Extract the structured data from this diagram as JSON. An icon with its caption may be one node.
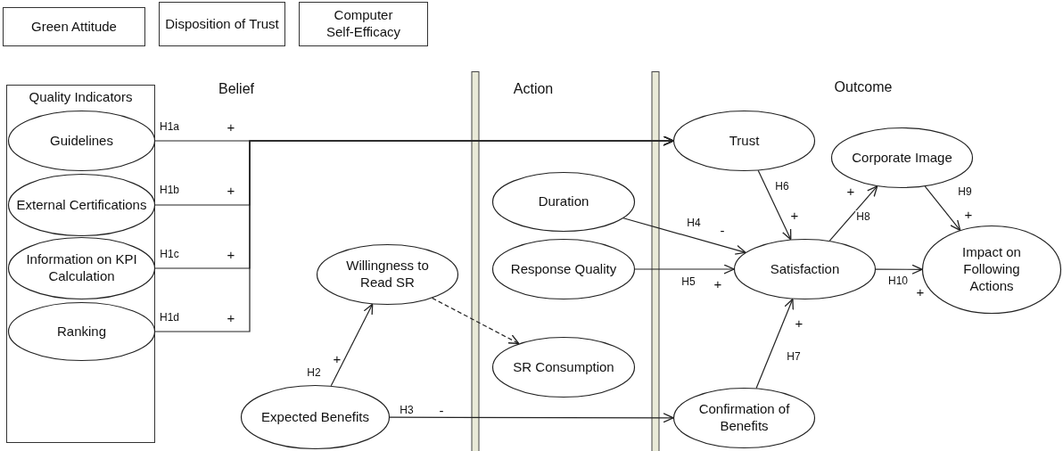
{
  "diagram": {
    "nodes": [
      {
        "text": [
          "Green Attitude"
        ]
      },
      {
        "text": [
          "Disposition of Trust"
        ]
      },
      {
        "text": [
          "Computer Self-Efficacy"
        ]
      },
      {
        "text": [
          "Quality Indicators"
        ]
      },
      {
        "text": [
          "Guidelines"
        ],
        "in": 3
      },
      {
        "text": [
          "External Certifications"
        ],
        "in": 3
      },
      {
        "text": [
          "Information on KPI Calculation"
        ],
        "in": 3
      },
      {
        "text": [
          "Ranking"
        ],
        "in": 3
      },
      {
        "text": [
          "Willingness to Read SR"
        ]
      },
      {
        "text": [
          "Expected Benefits"
        ]
      },
      {
        "text": [
          "Duration"
        ]
      },
      {
        "text": [
          "Response Quality"
        ]
      },
      {
        "text": [
          "SR Consumption"
        ]
      },
      {
        "text": [
          "Trust"
        ]
      },
      {
        "text": [
          "Corporate Image"
        ]
      },
      {
        "text": [
          "Satisfaction"
        ]
      },
      {
        "text": [
          "Impact on Following Actions"
        ]
      },
      {
        "text": [
          "Confirmation of Benefits"
        ]
      }
    ],
    "edges": [
      {
        "from": 4,
        "to": 13,
        "arrow": "to",
        "label": "H1a"
      },
      {
        "from": 5,
        "to": 13,
        "arrow": "to",
        "label": "H1b"
      },
      {
        "from": 6,
        "to": 13,
        "arrow": "to",
        "label": "H1c"
      },
      {
        "from": 7,
        "to": 13,
        "arrow": "to",
        "label": "H1d"
      },
      {
        "from": 9,
        "to": 8,
        "arrow": "to",
        "label": "H2"
      },
      {
        "from": 8,
        "to": 12,
        "arrow": "to",
        "style": "dashed"
      },
      {
        "from": 9,
        "to": 17,
        "arrow": "to",
        "label": "H3"
      },
      {
        "from": 10,
        "to": 15,
        "arrow": "to",
        "label": "H4"
      },
      {
        "from": 11,
        "to": 15,
        "arrow": "to",
        "label": "H5"
      },
      {
        "from": 13,
        "to": 15,
        "arrow": "to",
        "label": "H6"
      },
      {
        "from": 17,
        "to": 15,
        "arrow": "to",
        "label": "H7"
      },
      {
        "from": 15,
        "to": 14,
        "arrow": "to",
        "label": "H8"
      },
      {
        "from": 14,
        "to": 16,
        "arrow": "to",
        "label": "H9"
      },
      {
        "from": 15,
        "to": 16,
        "arrow": "to",
        "label": "H10"
      }
    ],
    "labels": [
      "Belief",
      "Action",
      "Outcome",
      "+",
      "+",
      "+",
      "+",
      "+",
      "-",
      "-",
      "+",
      "+",
      "+",
      "+",
      "+",
      "+"
    ]
  }
}
